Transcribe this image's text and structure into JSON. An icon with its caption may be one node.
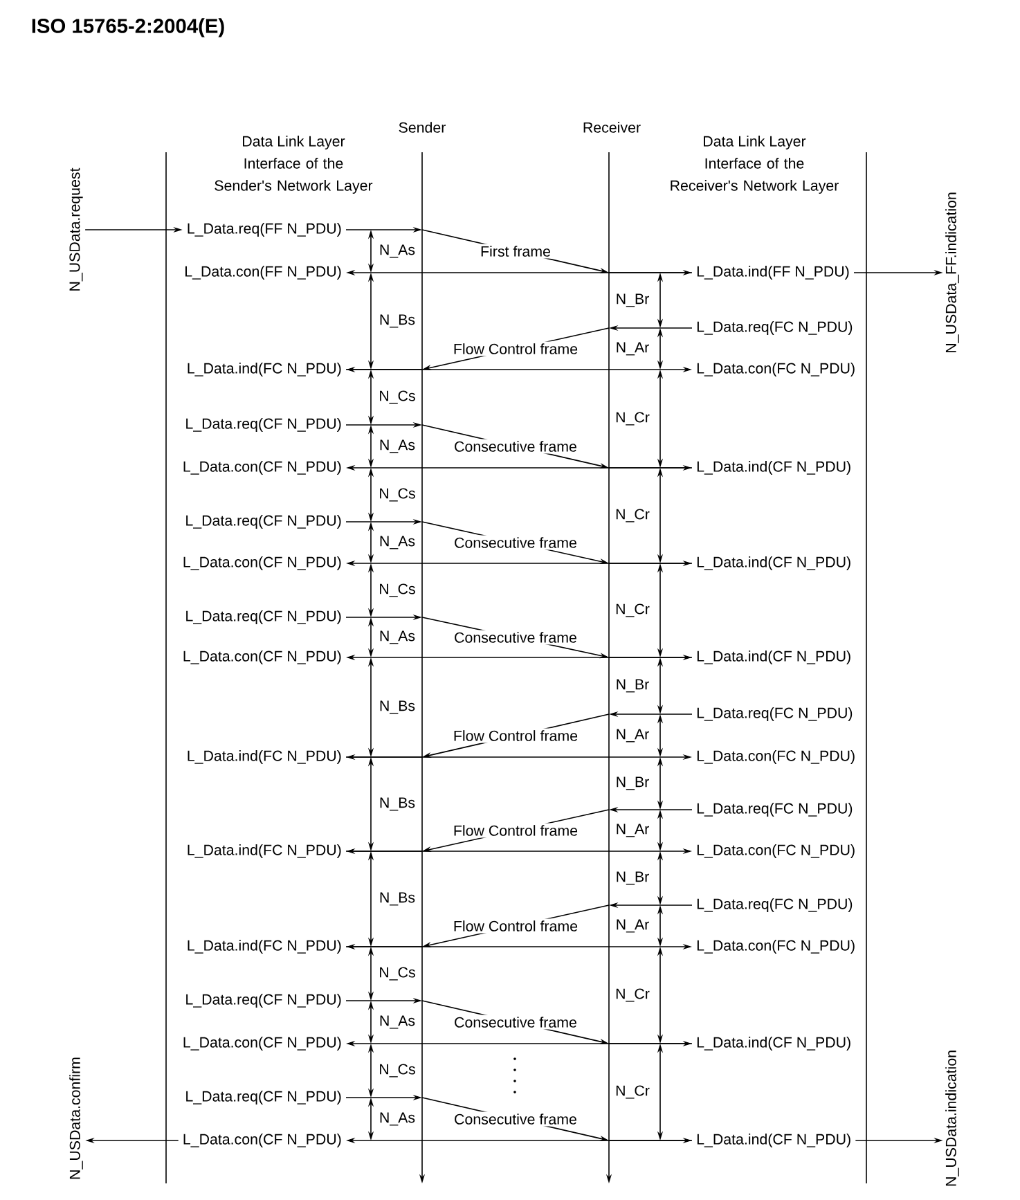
{
  "diagram": {
    "title": "ISO 15765-2:2004(E)",
    "nodes": [
      {
        "text": [
          "N_USData.request"
        ]
      },
      {
        "text": [
          "N_USData_FF.indication"
        ]
      },
      {
        "text": [
          "L_Data.req(FF N_PDU)"
        ]
      },
      {
        "text": [
          "L_Data.con(FF N_PDU)"
        ]
      },
      {
        "text": [
          "L_Data.ind(FF N_PDU)"
        ]
      },
      {
        "text": [
          "L_Data.req(FC N_PDU)"
        ]
      },
      {
        "text": [
          "L_Data.ind(FC N_PDU)"
        ]
      },
      {
        "text": [
          "L_Data.con(FC N_PDU)"
        ]
      },
      {
        "text": [
          "L_Data.req(CF N_PDU)"
        ]
      },
      {
        "text": [
          "L_Data.con(CF N_PDU)"
        ]
      },
      {
        "text": [
          "L_Data.ind(CF N_PDU)"
        ]
      },
      {
        "text": [
          "L_Data.req(CF N_PDU)"
        ]
      },
      {
        "text": [
          "L_Data.con(CF N_PDU)"
        ]
      },
      {
        "text": [
          "L_Data.ind(CF N_PDU)"
        ]
      },
      {
        "text": [
          "L_Data.req(CF N_PDU)"
        ]
      },
      {
        "text": [
          "L_Data.con(CF N_PDU)"
        ]
      },
      {
        "text": [
          "L_Data.ind(CF N_PDU)"
        ]
      },
      {
        "text": [
          "L_Data.req(FC N_PDU)"
        ]
      },
      {
        "text": [
          "L_Data.ind(FC N_PDU)"
        ]
      },
      {
        "text": [
          "L_Data.con(FC N_PDU)"
        ]
      },
      {
        "text": [
          "L_Data.req(FC N_PDU)"
        ]
      },
      {
        "text": [
          "L_Data.ind(FC N_PDU)"
        ]
      },
      {
        "text": [
          "L_Data.con(FC N_PDU)"
        ]
      },
      {
        "text": [
          "L_Data.req(FC N_PDU)"
        ]
      },
      {
        "text": [
          "L_Data.ind(FC N_PDU)"
        ]
      },
      {
        "text": [
          "L_Data.con(FC N_PDU)"
        ]
      },
      {
        "text": [
          "L_Data.req(CF N_PDU)"
        ]
      },
      {
        "text": [
          "L_Data.con(CF N_PDU)"
        ]
      },
      {
        "text": [
          "L_Data.ind(CF N_PDU)"
        ]
      },
      {
        "text": [
          "L_Data.req(CF N_PDU)"
        ]
      },
      {
        "text": [
          "L_Data.con(CF N_PDU)"
        ]
      },
      {
        "text": [
          "L_Data.ind(CF N_PDU)"
        ]
      },
      {
        "text": [
          "N_USData.confirm"
        ]
      },
      {
        "text": [
          "N_USData.indication"
        ]
      }
    ],
    "edges": [
      {
        "from": 0,
        "to": 2,
        "arrow": "to"
      },
      {
        "from": 2,
        "to": 4,
        "label": "First frame",
        "arrow": "to"
      },
      {
        "from": 4,
        "to": 3,
        "arrow": "to"
      },
      {
        "from": 5,
        "to": 6,
        "label": "Flow Control frame",
        "arrow": "to"
      },
      {
        "from": 6,
        "to": 7,
        "arrow": "to"
      },
      {
        "from": 8,
        "to": 10,
        "label": "Consecutive frame",
        "arrow": "to"
      },
      {
        "from": 10,
        "to": 9,
        "arrow": "to"
      },
      {
        "from": 11,
        "to": 13,
        "label": "Consecutive frame",
        "arrow": "to"
      },
      {
        "from": 13,
        "to": 12,
        "arrow": "to"
      },
      {
        "from": 14,
        "to": 16,
        "label": "Consecutive frame",
        "arrow": "to"
      },
      {
        "from": 16,
        "to": 15,
        "arrow": "to"
      },
      {
        "from": 17,
        "to": 18,
        "label": "Flow Control frame",
        "arrow": "to"
      },
      {
        "from": 18,
        "to": 19,
        "arrow": "to"
      },
      {
        "from": 20,
        "to": 21,
        "label": "Flow Control frame",
        "arrow": "to"
      },
      {
        "from": 21,
        "to": 22,
        "arrow": "to"
      },
      {
        "from": 23,
        "to": 24,
        "label": "Flow Control frame",
        "arrow": "to"
      },
      {
        "from": 24,
        "to": 25,
        "arrow": "to"
      },
      {
        "from": 26,
        "to": 28,
        "label": "Consecutive frame",
        "arrow": "to"
      },
      {
        "from": 28,
        "to": 27,
        "arrow": "to"
      },
      {
        "from": 29,
        "to": 31,
        "label": "Consecutive frame",
        "arrow": "to"
      },
      {
        "from": 31,
        "to": 30,
        "arrow": "to"
      },
      {
        "from": 4,
        "to": 1,
        "arrow": "to"
      },
      {
        "from": 30,
        "to": 32,
        "arrow": "to"
      },
      {
        "from": 31,
        "to": 33,
        "arrow": "to"
      }
    ],
    "labels": [
      "Sender",
      "Receiver",
      "Data Link Layer",
      "Interface of the Sender's Network Layer",
      "Data Link Layer",
      "Interface of the Receiver's Network Layer",
      "N_As",
      "N_Br",
      "N_Bs",
      "N_Ar",
      "N_Cs",
      "N_Cr",
      "N_As",
      "N_Cs",
      "N_Cr",
      "N_As",
      "N_Cs",
      "N_Cr",
      "N_As",
      "N_Br",
      "N_Bs",
      "N_Ar",
      "N_Br",
      "N_Bs",
      "N_Ar",
      "N_Br",
      "N_Bs",
      "N_Ar",
      "N_Cs",
      "N_Cr",
      "N_As",
      "N_Cs",
      "N_Cr",
      "N_As"
    ]
  }
}
